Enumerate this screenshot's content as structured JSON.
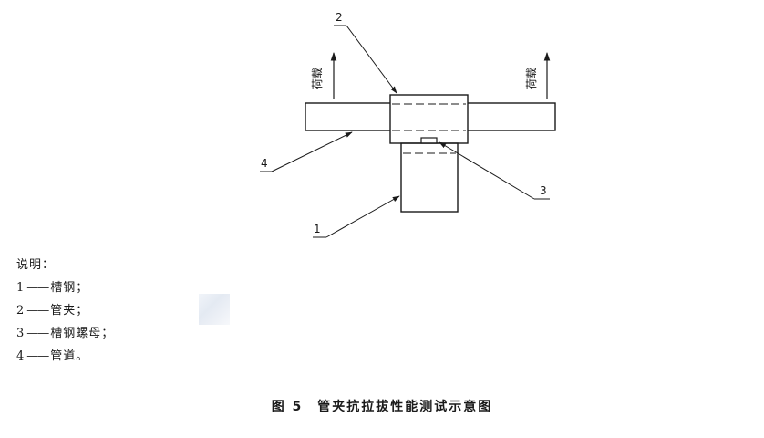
{
  "diagram": {
    "load_label": "荷载",
    "callouts": [
      "1",
      "2",
      "3",
      "4"
    ]
  },
  "legend": {
    "title": "说明：",
    "items": [
      {
        "num": "1",
        "dash": "——",
        "text": "槽钢；"
      },
      {
        "num": "2",
        "dash": "——",
        "text": "管夹；"
      },
      {
        "num": "3",
        "dash": "——",
        "text": "槽钢螺母；"
      },
      {
        "num": "4",
        "dash": "——",
        "text": "管道。"
      }
    ]
  },
  "caption": "图 5　管夹抗拉拔性能测试示意图"
}
